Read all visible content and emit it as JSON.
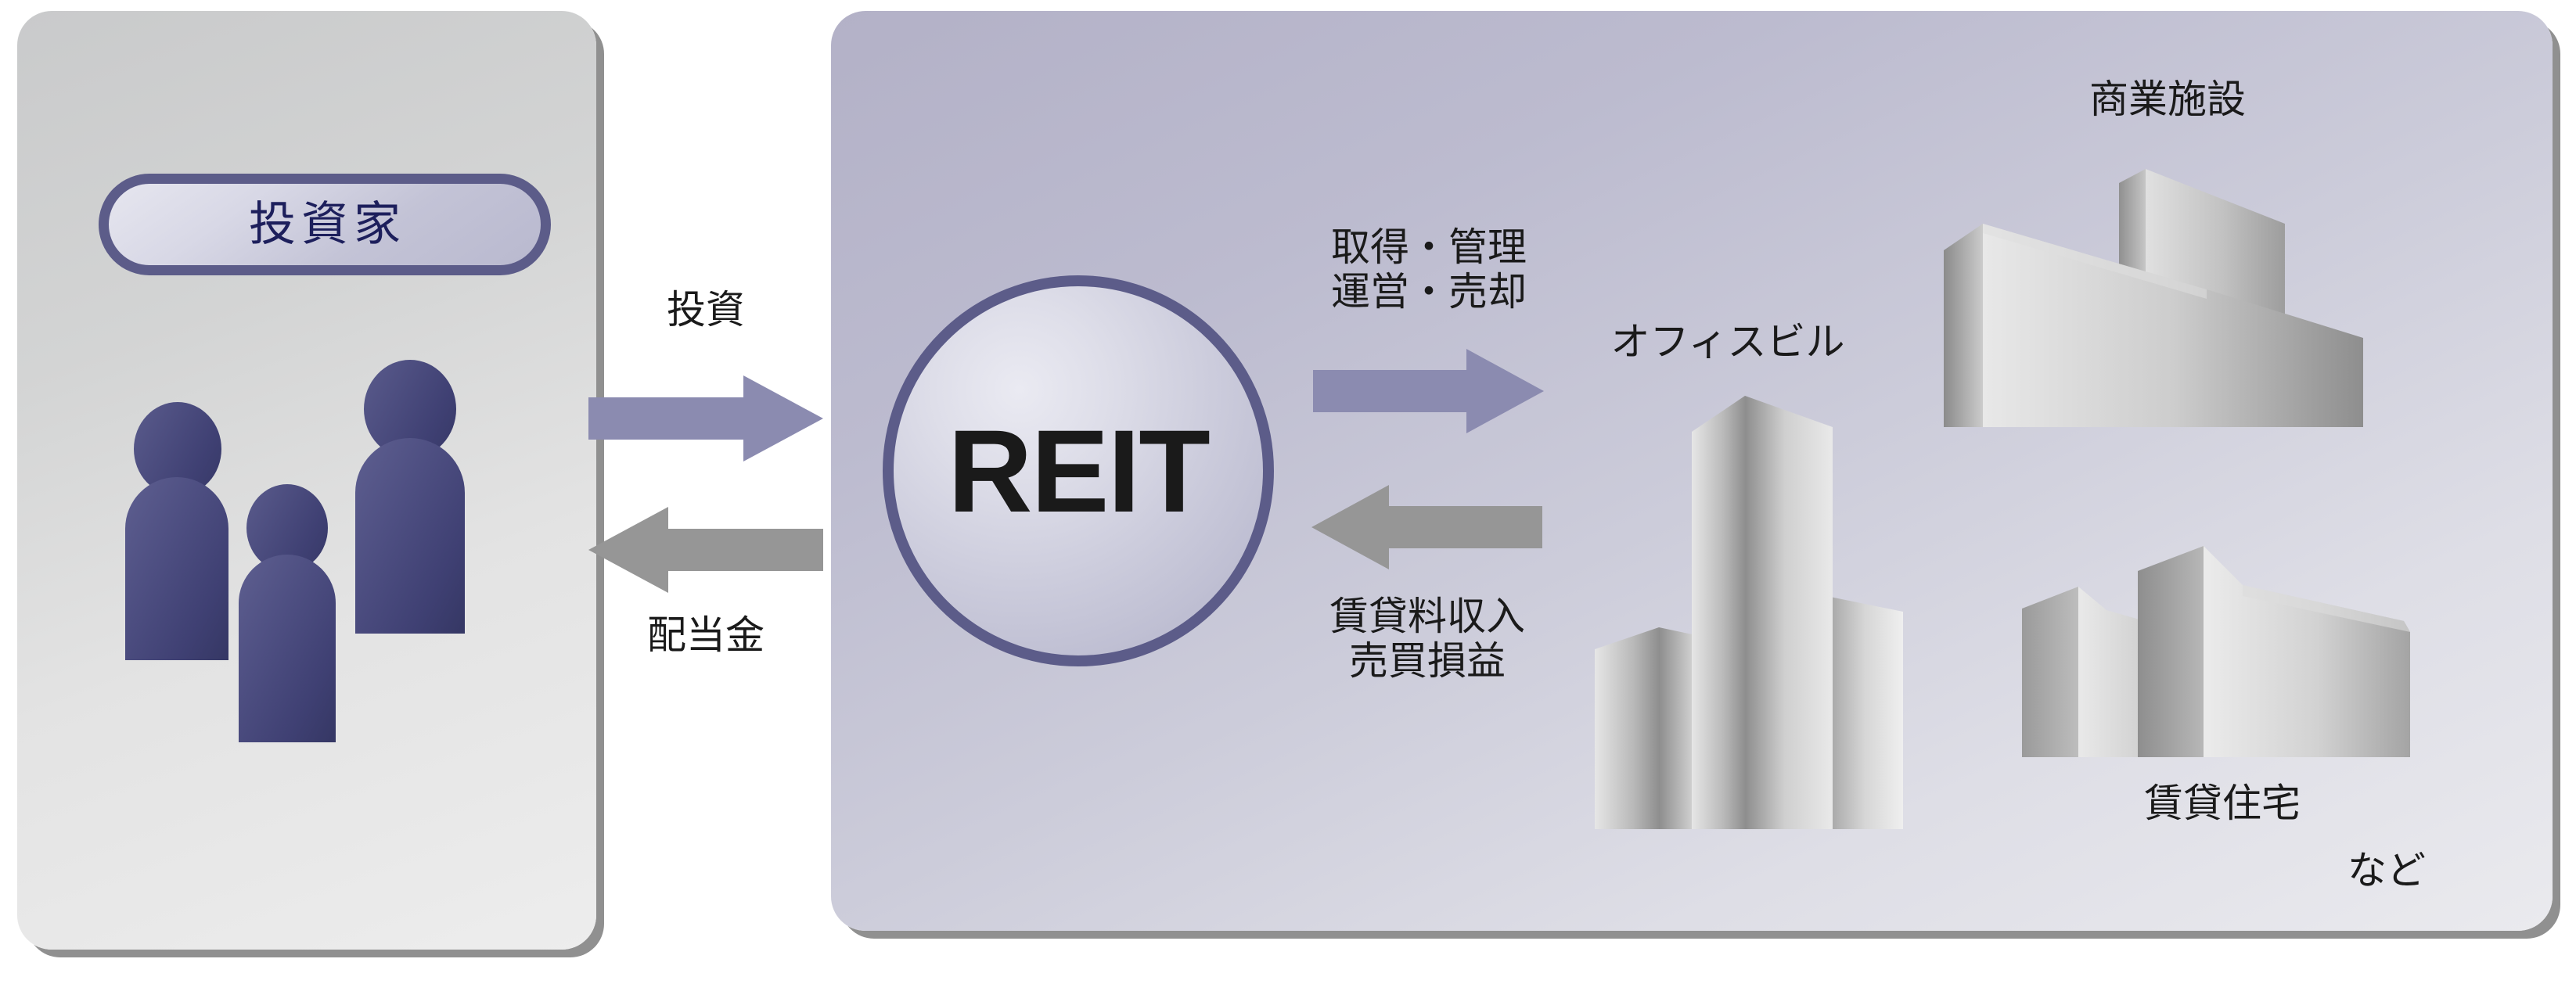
{
  "diagram": {
    "investor_panel": {
      "pill_label": "投資家",
      "people_count": 3
    },
    "flows": [
      {
        "id": "invest",
        "label": "投資",
        "direction": "right",
        "color": "#8b8bb0"
      },
      {
        "id": "dividend",
        "label": "配当金",
        "direction": "left",
        "color": "#969696"
      },
      {
        "id": "acquire",
        "label": "取得・管理\n運営・売却",
        "direction": "right",
        "color": "#8b8bb0"
      },
      {
        "id": "income",
        "label": "賃貸料収入\n売買損益",
        "direction": "left",
        "color": "#969696"
      }
    ],
    "reit": {
      "label": "REIT"
    },
    "assets_panel": {
      "office_label": "オフィスビル",
      "commercial_label": "商業施設",
      "housing_label": "賃貸住宅",
      "etc_label": "など"
    },
    "colors": {
      "accent_purple": "#5c5c89",
      "arrow_purple": "#8b8bb0",
      "arrow_gray": "#969696",
      "text_navy": "#1d1f5c",
      "panel_left": "#d3d4d4",
      "panel_right": "#bcbbcf"
    }
  }
}
